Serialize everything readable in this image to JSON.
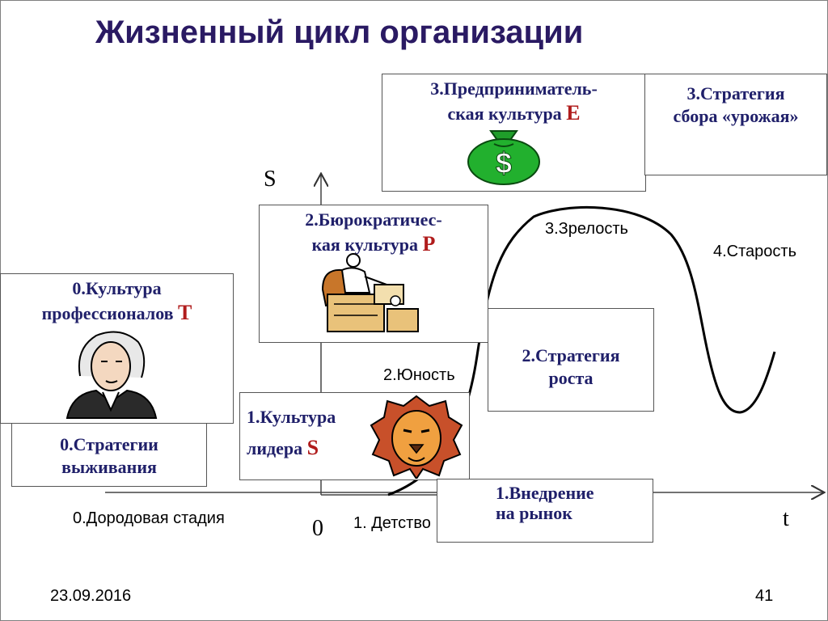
{
  "title": "Жизненный цикл организации",
  "boxes": {
    "entrepreneurial": {
      "line1": "3.Предприниматель-",
      "line2": "ская культура",
      "letter": "E"
    },
    "harvest": {
      "line1": "3.Стратегия",
      "line2": "сбора «урожая»"
    },
    "bureaucratic": {
      "line1": "2.Бюрократичес-",
      "line2": "кая культура",
      "letter": "P"
    },
    "professionals": {
      "line1": "0.Культура",
      "line2": "профессионалов",
      "letter": "T"
    },
    "growth": {
      "line1": "2.Стратегия",
      "line2": "роста"
    },
    "leader": {
      "line1": "1.Культура",
      "line2": "лидера",
      "letter": "S"
    },
    "survival": {
      "line1": "0.Стратегии",
      "line2": "выживания"
    },
    "market_entry": {
      "line1": "1.Внедрение",
      "line2": "на рынок"
    }
  },
  "stages": {
    "prenatal": "0.Дородовая стадия",
    "childhood": "1. Детство",
    "youth": "2.Юность",
    "maturity": "3.Зрелость",
    "old_age": "4.Старость"
  },
  "axes": {
    "y_label": "S",
    "x_label": "t",
    "origin": "0"
  },
  "footer": {
    "date": "23.09.2016",
    "page": "41"
  },
  "colors": {
    "title": "#2a1a63",
    "box_text": "#20206a",
    "letter": "#b01c1c"
  }
}
